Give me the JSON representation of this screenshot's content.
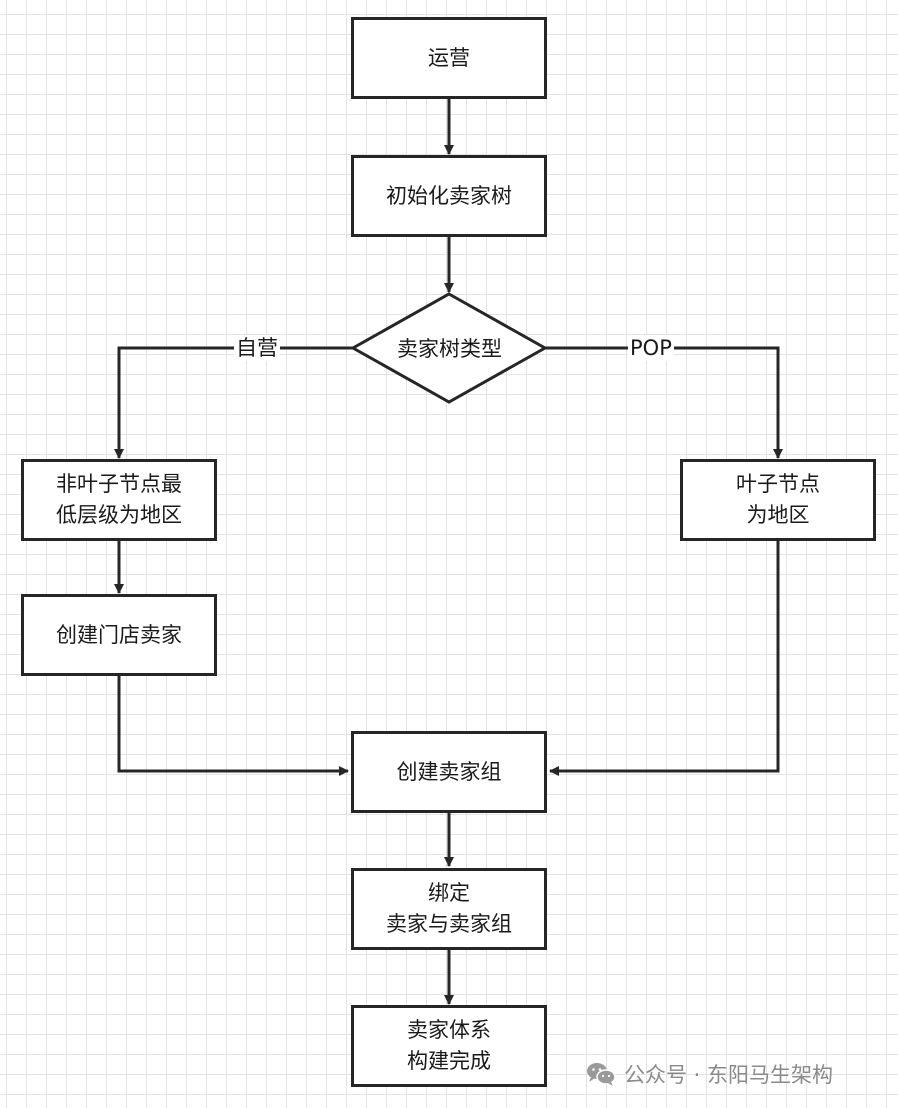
{
  "nodes": {
    "start": "运营",
    "init": "初始化卖家树",
    "decision": "卖家树类型",
    "left_level": [
      "非叶子节点最",
      "低层级为地区"
    ],
    "create_store": "创建门店卖家",
    "right_leaf": [
      "叶子节点",
      "为地区"
    ],
    "create_group": "创建卖家组",
    "bind": [
      "绑定",
      "卖家与卖家组"
    ],
    "complete": [
      "卖家体系",
      "构建完成"
    ]
  },
  "edge_labels": {
    "self_operated": "自营",
    "pop": "POP"
  },
  "watermark": {
    "icon": "wechat-icon",
    "text": "公众号 · 东阳马生架构"
  },
  "colors": {
    "stroke": "#262626",
    "grid": "#e3e3e3",
    "watermark": "#8a8a8a"
  }
}
